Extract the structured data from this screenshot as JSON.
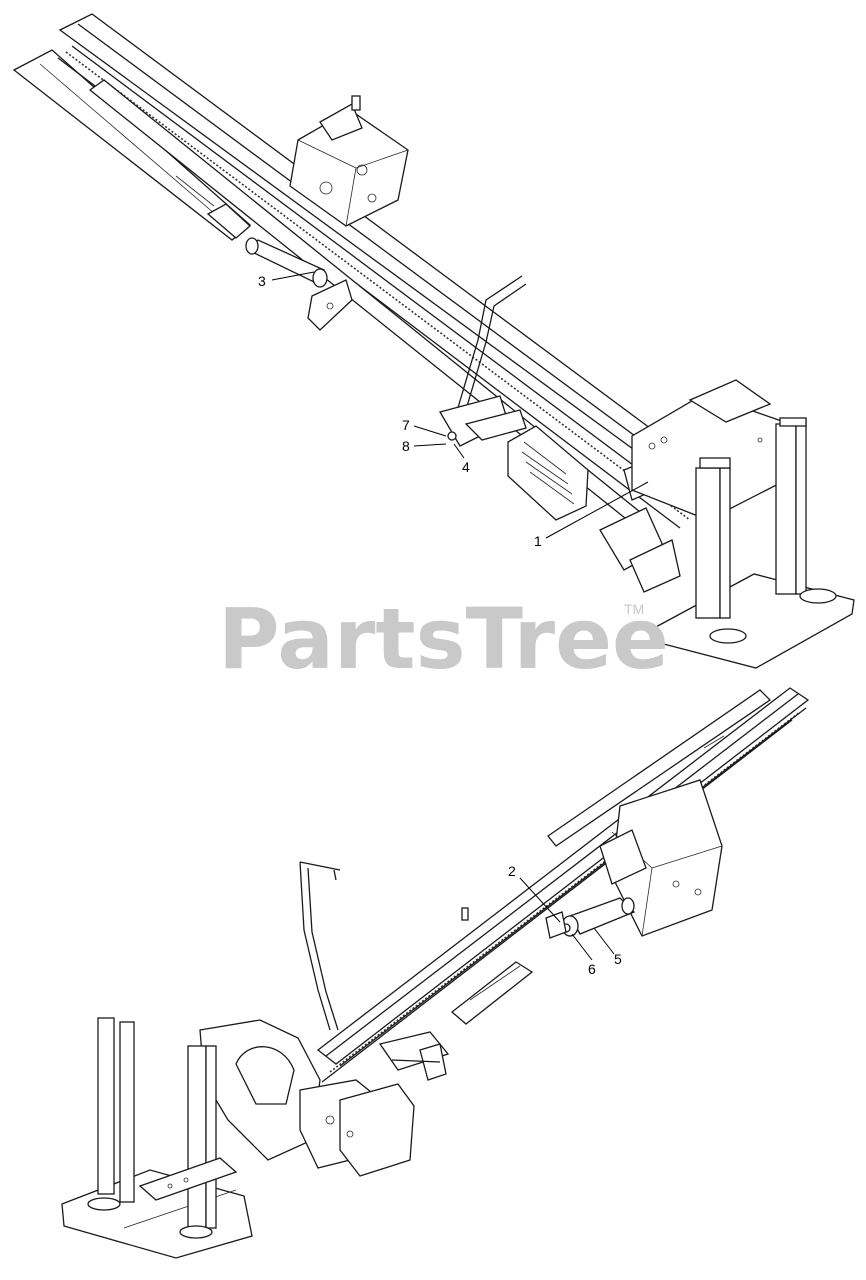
{
  "watermark": {
    "text": "PartsTree",
    "trademark": "TM"
  },
  "callouts": [
    {
      "id": "c7",
      "label": "7"
    },
    {
      "id": "c8",
      "label": "8"
    },
    {
      "id": "c4",
      "label": "4"
    },
    {
      "id": "c3",
      "label": "3"
    },
    {
      "id": "c1",
      "label": "1"
    },
    {
      "id": "c2",
      "label": "2"
    },
    {
      "id": "c6",
      "label": "6"
    },
    {
      "id": "c5",
      "label": "5"
    }
  ]
}
